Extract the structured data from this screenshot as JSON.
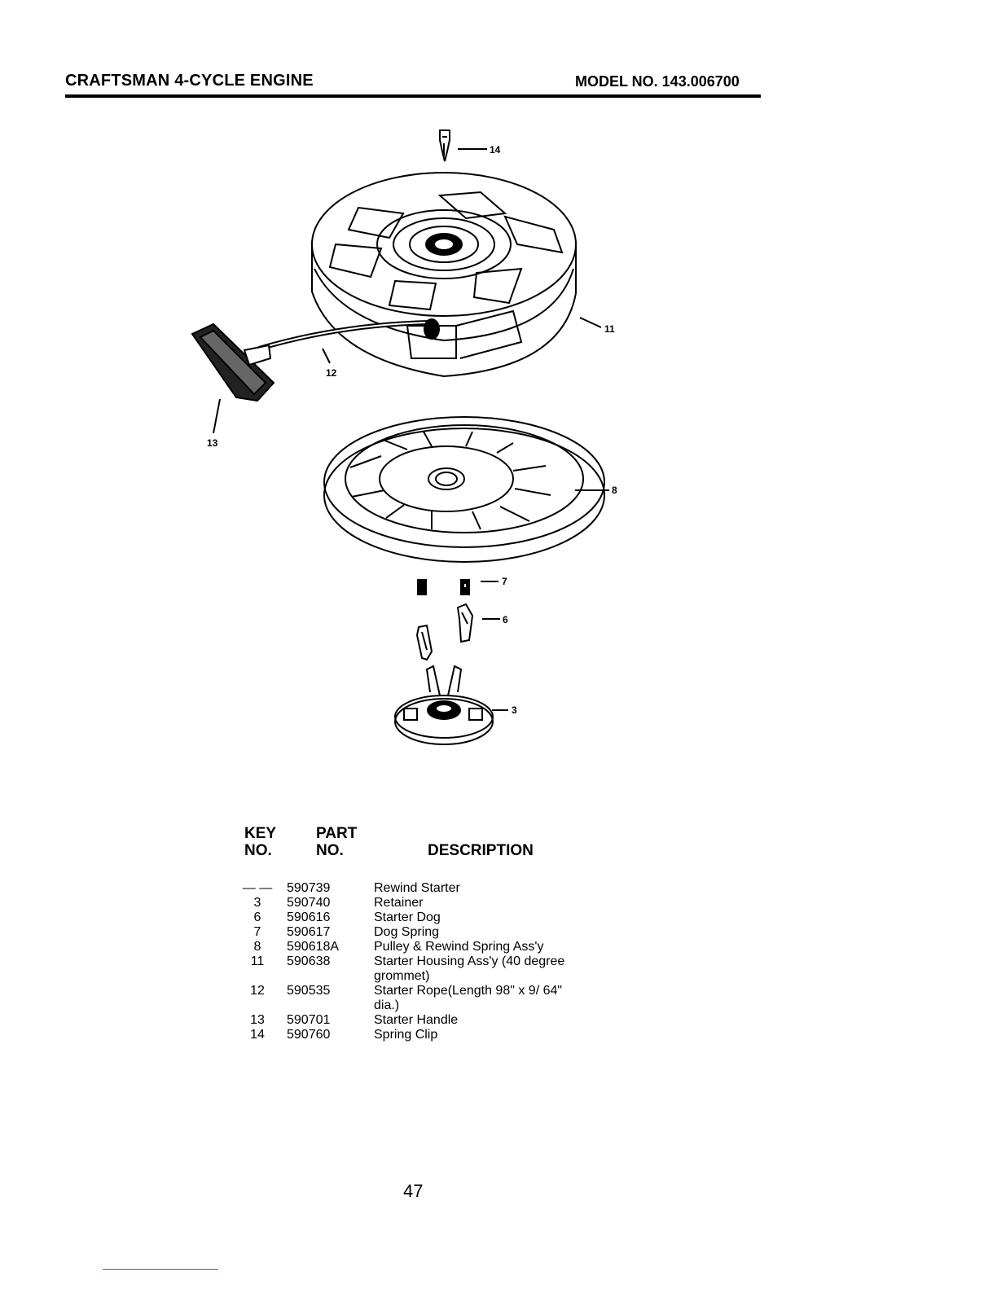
{
  "header": {
    "title": "CRAFTSMAN 4-CYCLE ENGINE",
    "model": "MODEL NO. 143.006700"
  },
  "diagram": {
    "callouts": [
      "14",
      "11",
      "12",
      "13",
      "8",
      "7",
      "6",
      "3"
    ]
  },
  "table": {
    "headers": {
      "key": [
        "KEY",
        "NO."
      ],
      "part": [
        "PART",
        "NO."
      ],
      "description": "DESCRIPTION"
    },
    "rows": [
      {
        "key": "— —",
        "part": "590739",
        "description": "Rewind Starter"
      },
      {
        "key": "3",
        "part": "590740",
        "description": "Retainer"
      },
      {
        "key": "6",
        "part": "590616",
        "description": "Starter Dog"
      },
      {
        "key": "7",
        "part": "590617",
        "description": "Dog Spring"
      },
      {
        "key": "8",
        "part": "590618A",
        "description": "Pulley & Rewind Spring Ass'y"
      },
      {
        "key": "11",
        "part": "590638",
        "description": "Starter Housing Ass'y (40 degree grommet)"
      },
      {
        "key": "12",
        "part": "590535",
        "description": "Starter Rope(Length 98\" x 9/ 64\" dia.)"
      },
      {
        "key": "13",
        "part": "590701",
        "description": "Starter Handle"
      },
      {
        "key": "14",
        "part": "590760",
        "description": "Spring Clip"
      }
    ]
  },
  "page_number": "47"
}
